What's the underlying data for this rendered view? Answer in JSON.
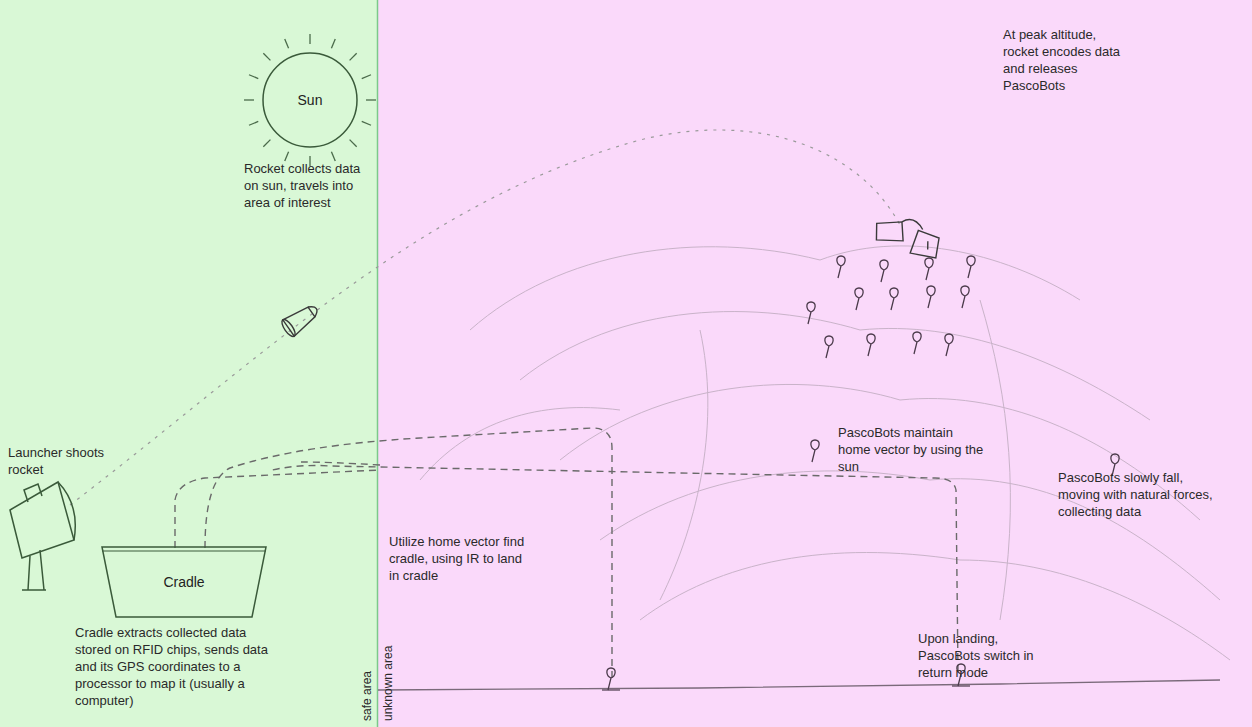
{
  "diagram": {
    "nodes": [
      {
        "text": [
          "Sun"
        ]
      },
      {
        "text": [
          "Cradle"
        ]
      }
    ],
    "labels": [
      "Rocket collects data on sun, travels into area of interest",
      "Launcher shoots rocket",
      "At peak altitude, rocket encodes data and releases PascoBots",
      "PascoBots maintain home vector by using the sun",
      "PascoBots slowly fall, moving with natural forces, collecting data",
      "Utilize home vector find cradle, using IR to land in cradle",
      "Cradle extracts collected data stored on RFID chips, sends data and its GPS coordinates to a processor to map it (usually a computer)",
      "Upon landing, PascoBots switch in return mode",
      "safe area",
      "unknown area"
    ]
  }
}
